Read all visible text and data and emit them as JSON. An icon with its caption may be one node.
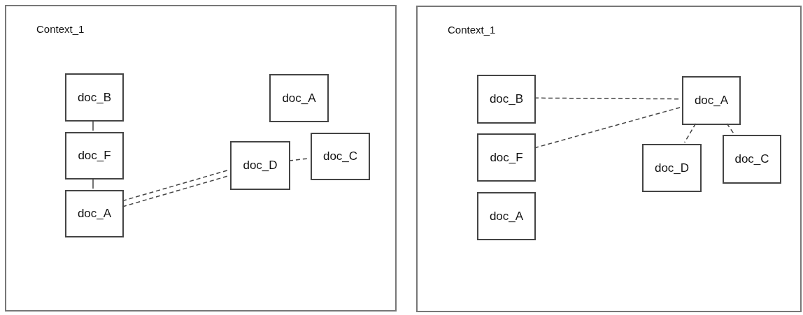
{
  "diagram": {
    "nodes": [
      {
        "text": [
          "Context_1"
        ]
      },
      {
        "text": [
          "doc_B"
        ],
        "in": 0
      },
      {
        "text": [
          "doc_A"
        ],
        "in": 0
      },
      {
        "text": [
          "doc_F"
        ],
        "in": 0
      },
      {
        "text": [
          "doc_D"
        ],
        "in": 0
      },
      {
        "text": [
          "doc_C"
        ],
        "in": 0
      },
      {
        "text": [
          "doc_A"
        ],
        "in": 0
      },
      {
        "text": [
          "Context_1"
        ]
      },
      {
        "text": [
          "doc_B"
        ],
        "in": 7
      },
      {
        "text": [
          "doc_A"
        ],
        "in": 7
      },
      {
        "text": [
          "doc_F"
        ],
        "in": 7
      },
      {
        "text": [
          "doc_D"
        ],
        "in": 7
      },
      {
        "text": [
          "doc_C"
        ],
        "in": 7
      },
      {
        "text": [
          "doc_A"
        ],
        "in": 7
      }
    ],
    "edges": [
      {
        "from": 1,
        "to": 3,
        "arrow": "none"
      },
      {
        "from": 3,
        "to": 6,
        "arrow": "none"
      },
      {
        "from": 6,
        "to": 4,
        "arrow": "none",
        "style": "dashed"
      },
      {
        "from": 6,
        "to": 4,
        "arrow": "none",
        "style": "dashed"
      },
      {
        "from": 4,
        "to": 5,
        "arrow": "none",
        "style": "dashed"
      },
      {
        "from": 8,
        "to": 9,
        "arrow": "none",
        "style": "dashed"
      },
      {
        "from": 10,
        "to": 9,
        "arrow": "none",
        "style": "dashed"
      },
      {
        "from": 9,
        "to": 11,
        "arrow": "none",
        "style": "dashed"
      },
      {
        "from": 9,
        "to": 12,
        "arrow": "none",
        "style": "dashed"
      }
    ]
  }
}
